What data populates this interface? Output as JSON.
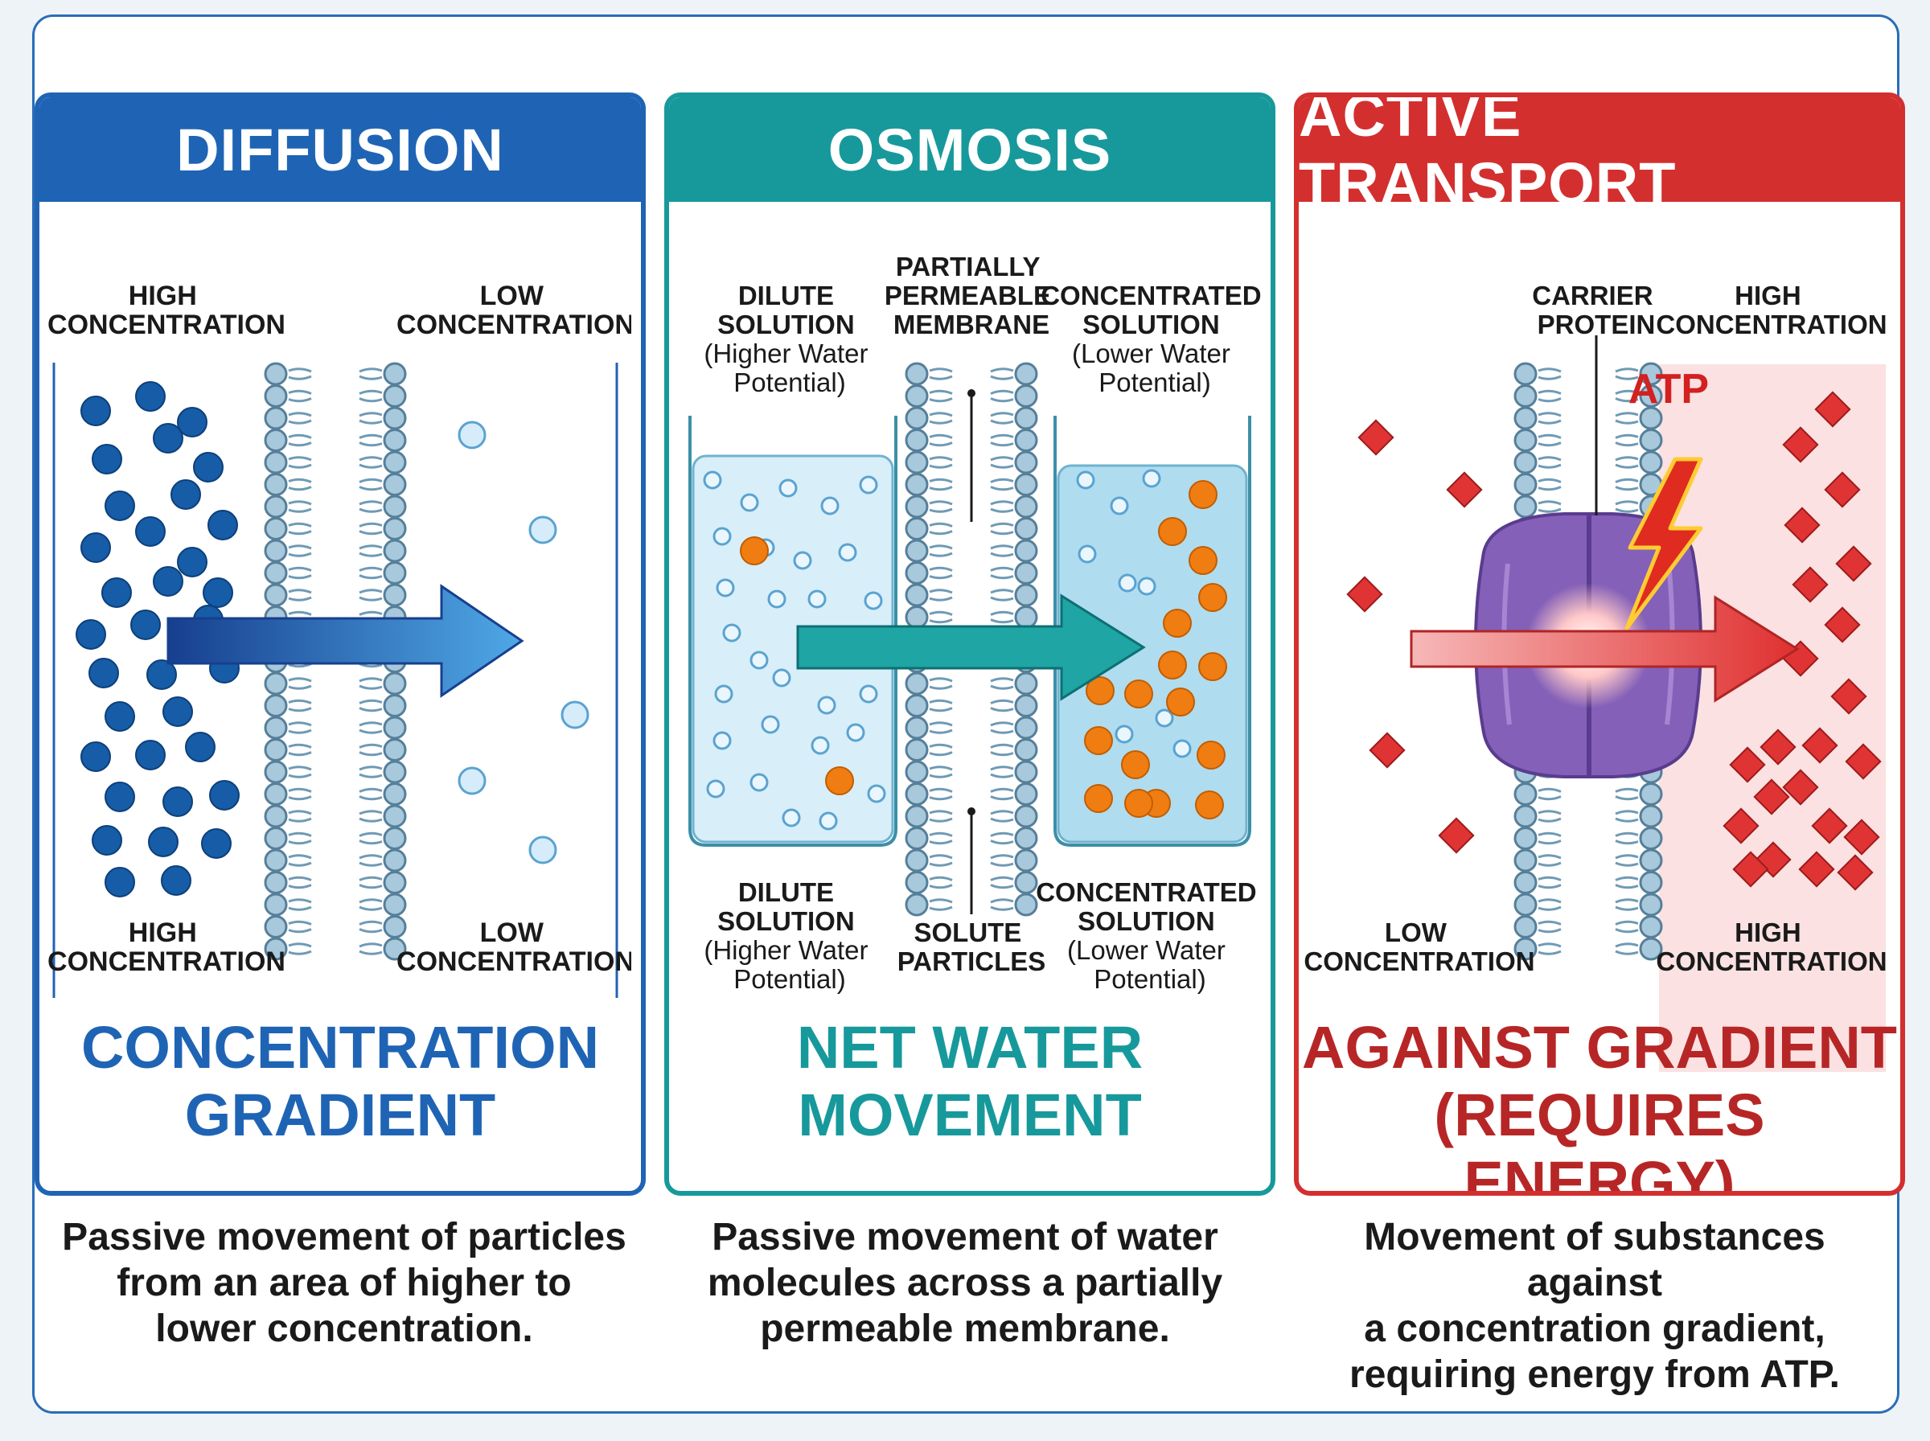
{
  "colors": {
    "diffusion": "#1f64b4",
    "osmosis": "#17999c",
    "active": "#d32f2f",
    "membrane": "#a8c8dc",
    "particle_dark": "#165ca6",
    "particle_light": "#d6ecfa",
    "solute": "#f07d12",
    "protein": "#8460b8",
    "ion": "#e03434"
  },
  "panels": [
    {
      "id": "diffusion",
      "title": "DIFFUSION",
      "labels": {
        "top_left": [
          "HIGH",
          "CONCENTRATION"
        ],
        "top_right": [
          "LOW",
          "CONCENTRATION"
        ],
        "bottom_left": [
          "HIGH",
          "CONCENTRATION"
        ],
        "bottom_right": [
          "LOW",
          "CONCENTRATION"
        ]
      },
      "bottom_text": [
        "CONCENTRATION",
        "GRADIENT"
      ],
      "description": [
        "Passive movement of particles",
        "from an area of higher to",
        "lower concentration."
      ]
    },
    {
      "id": "osmosis",
      "title": "OSMOSIS",
      "labels": {
        "top_left": [
          "DILUTE",
          "SOLUTION",
          "(Higher Water",
          "Potential)"
        ],
        "top_middle": [
          "PARTIALLY",
          "PERMEABLE",
          "MEMBRANE"
        ],
        "top_right": [
          "CONCENTRATED",
          "SOLUTION",
          "(Lower Water",
          "Potential)"
        ],
        "bottom_left": [
          "DILUTE",
          "SOLUTION",
          "(Higher Water",
          "Potential)"
        ],
        "bottom_middle": [
          "SOLUTE",
          "PARTICLES"
        ],
        "bottom_right": [
          "CONCENTRATED",
          "SOLUTION",
          "(Lower Water",
          "Potential)"
        ]
      },
      "bottom_text": [
        "NET WATER",
        "MOVEMENT"
      ],
      "description": [
        "Passive movement of water",
        "molecules across a partially",
        "permeable membrane."
      ]
    },
    {
      "id": "active",
      "title": "ACTIVE TRANSPORT",
      "labels": {
        "top_left": [
          "CARRIER",
          "PROTEIN"
        ],
        "top_right": [
          "HIGH",
          "CONCENTRATION"
        ],
        "energy": "ATP",
        "bottom_left": [
          "LOW",
          "CONCENTRATION"
        ],
        "bottom_right": [
          "HIGH",
          "CONCENTRATION"
        ]
      },
      "bottom_text": [
        "AGAINST GRADIENT",
        "(REQUIRES ENERGY)"
      ],
      "description": [
        "Movement of substances against",
        "a concentration gradient,",
        "requiring energy from ATP."
      ]
    }
  ]
}
